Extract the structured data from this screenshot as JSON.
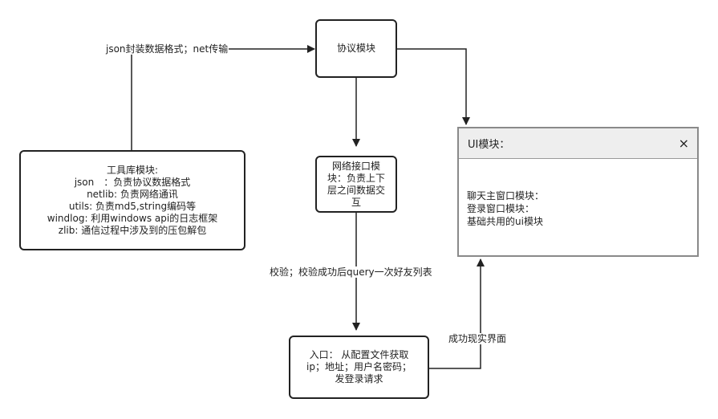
{
  "nodes": {
    "protocol": {
      "label": "协议模块"
    },
    "toolkit": {
      "lines": [
        "工具库模块:",
        "json　：负责协议数据格式",
        "netlib: 负责网络通讯",
        "utils:  负责md5,string编码等",
        "windlog: 利用windows api的日志框架",
        "zlib: 通信过程中涉及到的压包解包"
      ]
    },
    "network": {
      "lines": [
        "网络接口模",
        "块：负责上下",
        "层之间数据交",
        "互"
      ]
    },
    "entry": {
      "lines": [
        "入口： 从配置文件获取",
        "ip；地址；用户名密码；",
        "发登录请求"
      ]
    },
    "ui": {
      "title": "UI模块：",
      "close_icon": "×",
      "lines": [
        "聊天主窗口模块：",
        "登录窗口模块：",
        "基础共用的ui模块"
      ]
    }
  },
  "edges": {
    "json_to_protocol": "json封装数据格式；net传输",
    "verify": "校验；校验成功后query一次好友列表",
    "success_ui": "成功现实界面"
  }
}
